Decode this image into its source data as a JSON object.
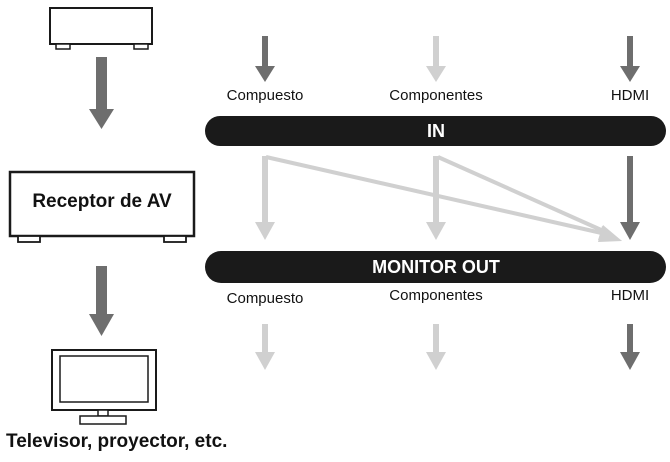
{
  "receiver": {
    "name": "Receptor de AV"
  },
  "display": {
    "caption": "Televisor, proyector, etc."
  },
  "bars": {
    "input": "IN",
    "output": "MONITOR OUT"
  },
  "input_labels": {
    "composite": "Compuesto",
    "component": "Componentes",
    "hdmi": "HDMI"
  },
  "output_labels": {
    "composite": "Compuesto",
    "component": "Componentes",
    "hdmi": "HDMI"
  },
  "colors": {
    "dark_arrow": "#6e6e6e",
    "light_arrow": "#d0d0d0",
    "bar": "#1a1a1a",
    "device_stroke": "#1a1a1a"
  }
}
